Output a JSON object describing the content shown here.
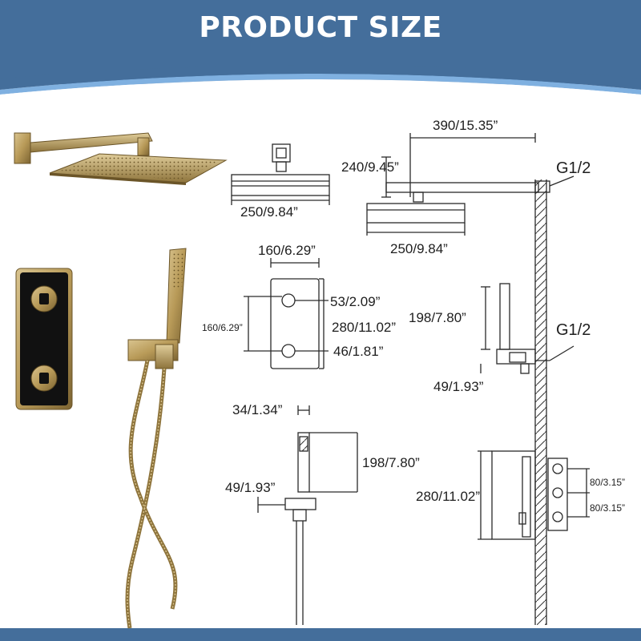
{
  "header": {
    "title": "PRODUCT SIZE"
  },
  "colors": {
    "banner_dark": "#446e9b",
    "banner_light": "#7fb0e0",
    "gold": "#b89a58",
    "gold_dark": "#7c6432",
    "panel_black": "#111111",
    "line": "#2a2a2a"
  },
  "dimensions": {
    "top_showerhead_width": "250/9.84”",
    "side_arm_length": "390/15.35”",
    "side_arm_drop": "240/9.45”",
    "side_showerhead_width": "250/9.84”",
    "thread_top": "G1/2",
    "valve_width": "160/6.29”",
    "valve_height_left": "160/6.29”",
    "valve_knob_top": "53/2.09”",
    "valve_height": "280/11.02”",
    "valve_knob_bottom": "46/1.81”",
    "holder_height_side": "198/7.80”",
    "thread_mid": "G1/2",
    "holder_depth_side": "49/1.93”",
    "handshower_width": "34/1.34”",
    "handshower_height": "198/7.80”",
    "holder_depth": "49/1.93”",
    "box_height": "280/11.02”",
    "box_spacing_top": "80/3.15”",
    "box_spacing_bottom": "80/3.15”"
  }
}
